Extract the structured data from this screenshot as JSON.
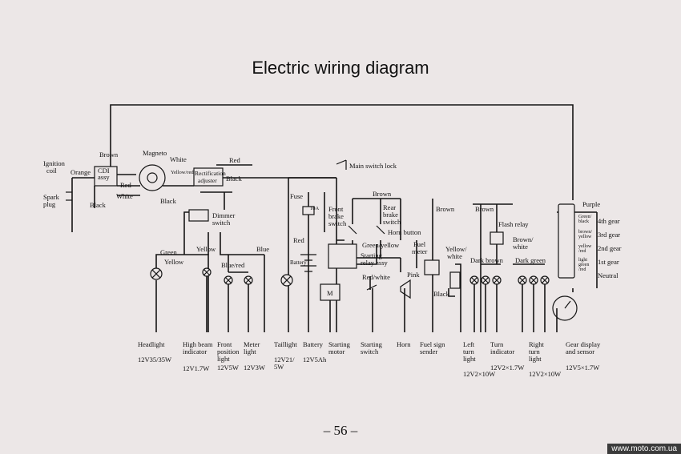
{
  "title": "Electric wiring diagram",
  "page_number": "– 56 –",
  "watermark": "www.moto.com.ua",
  "labels": {
    "ignition_coil": [
      "Ignition",
      "coil"
    ],
    "spark_plug": [
      "Spark",
      "plug"
    ],
    "orange": "Orange",
    "cdi": [
      "CDI",
      "assy"
    ],
    "brown": "Brown",
    "magneto": "Magneto",
    "white": "White",
    "yellow_red": "Yellow/red",
    "red": "Red",
    "black": "Black",
    "rectifier": [
      "Rectification",
      "adjuster"
    ],
    "main_switch": "Main switch lock",
    "fuse": "Fuse",
    "fuse_rating": "10A",
    "battery_label": "Battery",
    "front_brake": [
      "Front",
      "brake",
      "switch"
    ],
    "rear_brake": [
      "Rear",
      "brake",
      "switch"
    ],
    "horn_button": "Horn button",
    "green_yellow": "Green/yellow",
    "starting_relay": [
      "Starting",
      "relay assy"
    ],
    "red_white": "Red/white",
    "fuel_meter": [
      "Fuel",
      "meter"
    ],
    "yellow_white": [
      "Yellow/",
      "white"
    ],
    "pink": "Pink",
    "dimmer": [
      "Dimmer",
      "switch"
    ],
    "green": "Green",
    "yellow": "Yellow",
    "blue_red": "Blue/red",
    "blue": "Blue",
    "flash_relay": "Flash relay",
    "brown_white": [
      "Brown/",
      "white"
    ],
    "dark_brown": "Dark brown",
    "dark_green": "Dark green",
    "purple": "Purple",
    "gear_wires": [
      [
        "Green/",
        "black"
      ],
      [
        "brown/",
        "yellow"
      ],
      [
        "yellow",
        "/red"
      ],
      [
        "light",
        "green",
        "/red"
      ]
    ],
    "gears": [
      "4th gear",
      "3rd gear",
      "2nd gear",
      "1st gear",
      "Neutral"
    ],
    "motor_symbol": "M"
  },
  "components": [
    {
      "name": [
        "Headlight"
      ],
      "spec": "12V35/35W"
    },
    {
      "name": [
        "High beam",
        "indicator"
      ],
      "spec": "12V1.7W"
    },
    {
      "name": [
        "Front",
        "position",
        "light"
      ],
      "spec": "12V5W"
    },
    {
      "name": [
        "Meter",
        "light"
      ],
      "spec": "12V3W"
    },
    {
      "name": [
        "Taillight"
      ],
      "spec": "12V21/\n5W"
    },
    {
      "name": [
        "Battery"
      ],
      "spec": "12V5Ah"
    },
    {
      "name": [
        "Starting",
        "motor"
      ],
      "spec": ""
    },
    {
      "name": [
        "Starting",
        "switch"
      ],
      "spec": ""
    },
    {
      "name": [
        "Horn"
      ],
      "spec": ""
    },
    {
      "name": [
        "Fuel sign",
        "sender"
      ],
      "spec": ""
    },
    {
      "name": [
        "Left",
        "turn",
        "light"
      ],
      "spec": "12V2×10W"
    },
    {
      "name": [
        "Turn",
        "indicator"
      ],
      "spec": "12V2×1.7W"
    },
    {
      "name": [
        "Right",
        "turn",
        "light"
      ],
      "spec": "12V2×10W"
    },
    {
      "name": [
        "Gear display",
        "and sensor"
      ],
      "spec": "12V5×1.7W"
    }
  ]
}
